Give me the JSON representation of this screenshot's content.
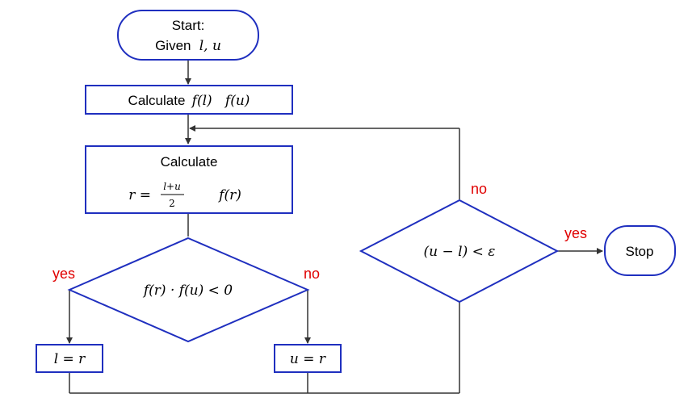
{
  "colors": {
    "node_stroke": "#1f2fbf",
    "line": "#333333",
    "yes_no": "#e00000",
    "text": "#000000"
  },
  "nodes": {
    "start": {
      "line1": "Start:",
      "line2_text": "Given",
      "line2_math": "l, u"
    },
    "calc_f": {
      "text": "Calculate",
      "math1": "f(l)",
      "math2": "f(u)"
    },
    "calc_r": {
      "title": "Calculate",
      "r_lhs": "r =",
      "frac_num": "l+u",
      "frac_den": "2",
      "fr": "f(r)"
    },
    "decision_sign": {
      "text": "f(r) · f(u) < 0"
    },
    "decision_eps": {
      "text": "(u − l) < ε"
    },
    "assign_l": {
      "text": "l = r"
    },
    "assign_u": {
      "text": "u = r"
    },
    "stop": {
      "text": "Stop"
    }
  },
  "labels": {
    "yes_left": "yes",
    "no_right": "no",
    "no_top": "no",
    "yes_stop": "yes"
  }
}
